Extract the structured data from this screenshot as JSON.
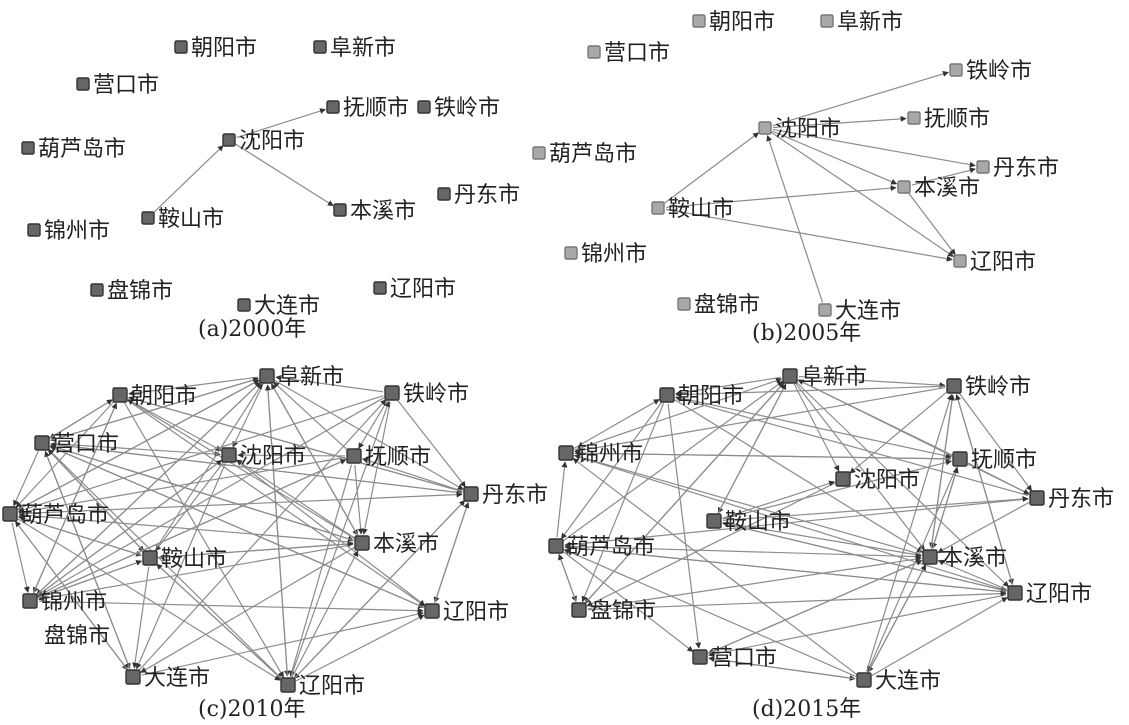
{
  "colors": {
    "node_fill_dark": "#666666",
    "node_stroke_dark": "#333333",
    "node_fill_light": "#a8a8a8",
    "node_stroke_light": "#777777",
    "edge": "#8c8c8c",
    "text": "#222222"
  },
  "panels": [
    {
      "id": "2000",
      "caption": "(a)2000年",
      "nodes": [
        {
          "id": "chaoyang",
          "label": "朝阳市"
        },
        {
          "id": "fuxin",
          "label": "阜新市"
        },
        {
          "id": "yingkou",
          "label": "营口市"
        },
        {
          "id": "fushun",
          "label": "抚顺市"
        },
        {
          "id": "tieling",
          "label": "铁岭市"
        },
        {
          "id": "shenyang",
          "label": "沈阳市"
        },
        {
          "id": "huludao",
          "label": "葫芦岛市"
        },
        {
          "id": "dandong",
          "label": "丹东市"
        },
        {
          "id": "anshan",
          "label": "鞍山市"
        },
        {
          "id": "benxi",
          "label": "本溪市"
        },
        {
          "id": "jinzhou",
          "label": "锦州市"
        },
        {
          "id": "panjin",
          "label": "盘锦市"
        },
        {
          "id": "liaoyang",
          "label": "辽阳市"
        },
        {
          "id": "dalian",
          "label": "大连市"
        }
      ],
      "edges": [
        [
          "shenyang",
          "fushun"
        ],
        [
          "shenyang",
          "benxi"
        ],
        [
          "anshan",
          "shenyang"
        ]
      ]
    },
    {
      "id": "2005",
      "caption": "(b)2005年",
      "nodes": [
        {
          "id": "chaoyang",
          "label": "朝阳市"
        },
        {
          "id": "fuxin",
          "label": "阜新市"
        },
        {
          "id": "yingkou",
          "label": "营口市"
        },
        {
          "id": "tieling",
          "label": "铁岭市"
        },
        {
          "id": "shenyang",
          "label": "沈阳市"
        },
        {
          "id": "fushun",
          "label": "抚顺市"
        },
        {
          "id": "huludao",
          "label": "葫芦岛市"
        },
        {
          "id": "dandong",
          "label": "丹东市"
        },
        {
          "id": "benxi",
          "label": "本溪市"
        },
        {
          "id": "anshan",
          "label": "鞍山市"
        },
        {
          "id": "jinzhou",
          "label": "锦州市"
        },
        {
          "id": "liaoyang",
          "label": "辽阳市"
        },
        {
          "id": "panjin",
          "label": "盘锦市"
        },
        {
          "id": "dalian",
          "label": "大连市"
        }
      ],
      "edges": [
        [
          "shenyang",
          "tieling"
        ],
        [
          "shenyang",
          "fushun"
        ],
        [
          "shenyang",
          "dandong"
        ],
        [
          "shenyang",
          "benxi"
        ],
        [
          "shenyang",
          "liaoyang"
        ],
        [
          "anshan",
          "shenyang"
        ],
        [
          "anshan",
          "benxi"
        ],
        [
          "anshan",
          "liaoyang"
        ],
        [
          "dalian",
          "shenyang"
        ],
        [
          "benxi",
          "liaoyang"
        ],
        [
          "benxi",
          "dandong"
        ]
      ]
    },
    {
      "id": "2010",
      "caption": "(c)2010年",
      "nodes": [
        {
          "id": "chaoyang",
          "label": "朝阳市"
        },
        {
          "id": "fuxin",
          "label": "阜新市"
        },
        {
          "id": "tieling",
          "label": "铁岭市"
        },
        {
          "id": "yingkou",
          "label": "营口市"
        },
        {
          "id": "shenyang",
          "label": "沈阳市"
        },
        {
          "id": "fushun",
          "label": "抚顺市"
        },
        {
          "id": "dandong",
          "label": "丹东市"
        },
        {
          "id": "huludao",
          "label": "葫芦岛市"
        },
        {
          "id": "benxi",
          "label": "本溪市"
        },
        {
          "id": "anshan",
          "label": "鞍山市"
        },
        {
          "id": "jinzhou",
          "label": "锦州市"
        },
        {
          "id": "liaoyang",
          "label": "辽阳市"
        },
        {
          "id": "panjin",
          "label": "盘锦市"
        },
        {
          "id": "dalian",
          "label": "大连市"
        },
        {
          "id": "liaoyang2",
          "label": "辽阳市"
        }
      ],
      "edges": "dense"
    },
    {
      "id": "2015",
      "caption": "(d)2015年",
      "nodes": [
        {
          "id": "chaoyang",
          "label": "朝阳市"
        },
        {
          "id": "fuxin",
          "label": "阜新市"
        },
        {
          "id": "tieling",
          "label": "铁岭市"
        },
        {
          "id": "jinzhou",
          "label": "锦州市"
        },
        {
          "id": "fushun",
          "label": "抚顺市"
        },
        {
          "id": "shenyang",
          "label": "沈阳市"
        },
        {
          "id": "dandong",
          "label": "丹东市"
        },
        {
          "id": "anshan",
          "label": "鞍山市"
        },
        {
          "id": "huludao",
          "label": "葫芦岛市"
        },
        {
          "id": "benxi",
          "label": "本溪市"
        },
        {
          "id": "liaoyang",
          "label": "辽阳市"
        },
        {
          "id": "panjin",
          "label": "盘锦市"
        },
        {
          "id": "yingkou",
          "label": "营口市"
        },
        {
          "id": "dalian",
          "label": "大连市"
        }
      ],
      "edges": "dense"
    }
  ]
}
